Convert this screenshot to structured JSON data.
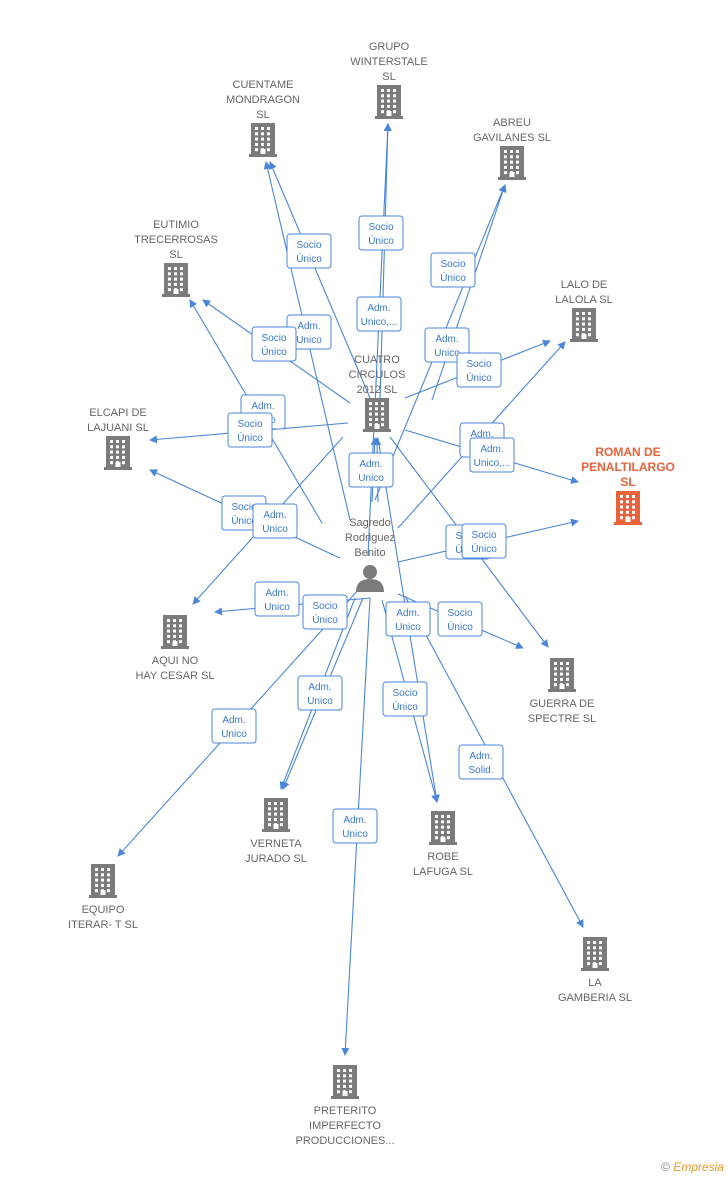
{
  "colors": {
    "edge": "#4a86d8",
    "node": "#7b7b7b",
    "highlight": "#e8623a"
  },
  "nodes": [
    {
      "id": "cuatro",
      "lines": [
        "CUATRO",
        "CIRCULOS",
        "2012 SL"
      ],
      "icon": "building-icon"
    },
    {
      "id": "sagredo",
      "lines": [
        "Sagredo",
        "Rodriguez",
        "Benito"
      ],
      "icon": "person-icon"
    },
    {
      "id": "grupo",
      "lines": [
        "GRUPO",
        "WINTERSTALE",
        "SL"
      ],
      "icon": "building-icon"
    },
    {
      "id": "cuentame",
      "lines": [
        "CUENTAME",
        "MONDRAGON",
        "SL"
      ],
      "icon": "building-icon"
    },
    {
      "id": "abreu",
      "lines": [
        "ABREU",
        "GAVILANES SL"
      ],
      "icon": "building-icon"
    },
    {
      "id": "eutimio",
      "lines": [
        "EUTIMIO",
        "TRECERROSAS",
        "SL"
      ],
      "icon": "building-icon"
    },
    {
      "id": "lalo",
      "lines": [
        "LALO DE",
        "LALOLA SL"
      ],
      "icon": "building-icon"
    },
    {
      "id": "elcapi",
      "lines": [
        "ELCAPI DE",
        "LAJUANI SL"
      ],
      "icon": "building-icon"
    },
    {
      "id": "roman",
      "lines": [
        "ROMAN DE",
        "PENALTILARGO",
        "SL"
      ],
      "icon": "building-icon",
      "highlight": true
    },
    {
      "id": "aqui",
      "lines": [
        "AQUI NO",
        "HAY CESAR SL"
      ],
      "icon": "building-icon"
    },
    {
      "id": "guerra",
      "lines": [
        "GUERRA DE",
        "SPECTRE SL"
      ],
      "icon": "building-icon"
    },
    {
      "id": "verneta",
      "lines": [
        "VERNETA",
        "JURADO SL"
      ],
      "icon": "building-icon"
    },
    {
      "id": "robe",
      "lines": [
        "ROBE",
        "LAFUGA SL"
      ],
      "icon": "building-icon"
    },
    {
      "id": "equipo",
      "lines": [
        "EQUIPO",
        "ITERAR- T SL"
      ],
      "icon": "building-icon"
    },
    {
      "id": "gamberia",
      "lines": [
        "LA",
        "GAMBERIA SL"
      ],
      "icon": "building-icon"
    },
    {
      "id": "preterito",
      "lines": [
        "PRETERITO",
        "IMPERFECTO",
        "PRODUCCIONES..."
      ],
      "icon": "building-icon"
    }
  ],
  "edge_labels": [
    {
      "lines": [
        "Socio",
        "Único"
      ]
    },
    {
      "lines": [
        "Adm.",
        "Unico,..."
      ]
    },
    {
      "lines": [
        "Socio",
        "Único"
      ]
    },
    {
      "lines": [
        "Adm.",
        "Unico"
      ]
    },
    {
      "lines": [
        "Socio",
        "Único"
      ]
    },
    {
      "lines": [
        "Adm.",
        "Unico"
      ]
    },
    {
      "lines": [
        "Socio",
        "Único"
      ]
    },
    {
      "lines": [
        "Adm.",
        "Unico"
      ]
    },
    {
      "lines": [
        "Socio",
        "Único"
      ]
    },
    {
      "lines": [
        "Adm.",
        "Unico"
      ]
    },
    {
      "lines": [
        "Adm.",
        "Unico,..."
      ]
    },
    {
      "lines": [
        "Socio",
        "Único"
      ]
    },
    {
      "lines": [
        "Adm.",
        "Unico"
      ]
    },
    {
      "lines": [
        "Socio",
        "Único"
      ]
    },
    {
      "lines": [
        "Adm.",
        "Unico"
      ]
    },
    {
      "lines": [
        "Socio",
        "Único"
      ]
    },
    {
      "lines": [
        "Socio",
        "Único"
      ]
    },
    {
      "lines": [
        "Adm.",
        "Unico"
      ]
    },
    {
      "lines": [
        "Socio",
        "Único"
      ]
    },
    {
      "lines": [
        "Adm.",
        "Unico"
      ]
    },
    {
      "lines": [
        "Socio",
        "Único"
      ]
    },
    {
      "lines": [
        "Adm.",
        "Unico"
      ]
    },
    {
      "lines": [
        "Adm.",
        "Unico"
      ]
    },
    {
      "lines": [
        "Socio",
        "Único"
      ]
    },
    {
      "lines": [
        "Adm.",
        "Solid."
      ]
    },
    {
      "lines": [
        "Adm.",
        "Unico"
      ]
    }
  ],
  "footer": {
    "copyright": "©",
    "brand": "Empresia"
  }
}
